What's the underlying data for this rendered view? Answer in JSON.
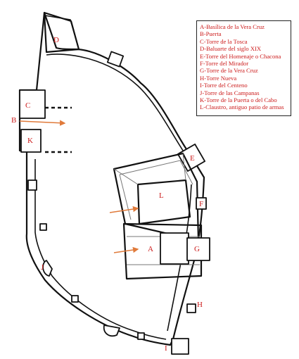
{
  "map": {
    "accent_color": "#cc1b1b",
    "arrow_color": "#e07a3a",
    "labels": {
      "A": "A",
      "B": "B",
      "C": "C",
      "D": "D",
      "E": "E",
      "F": "F",
      "G": "G",
      "H": "H",
      "I": "I",
      "J": "J",
      "K": "K",
      "L": "L"
    }
  },
  "legend": {
    "items": [
      "A-Basílica de la Vera Cruz",
      "B-Puerta",
      "C-Torre de la Tosca",
      "D-Baluarte del siglo XIX",
      "E-Torre del Homenaje o Chacona",
      "F-Torre del Mirador",
      "G-Torre de la Vera Cruz",
      "H-Torre Nueva",
      "I-Torre del Centeno",
      "J-Torre de las Campanas",
      "K-Torre de la Puerta o del Cabo",
      "L-Claustro, antiguo patio de armas"
    ]
  }
}
